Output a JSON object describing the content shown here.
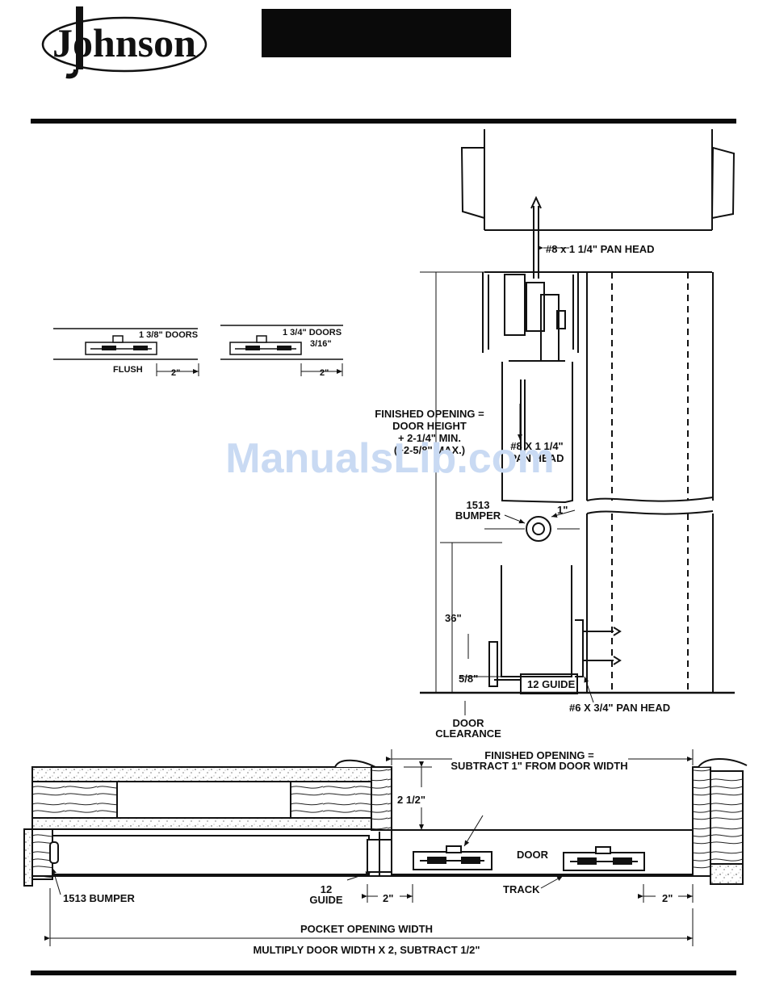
{
  "brand": {
    "logo_text": "Johnson"
  },
  "watermark": "ManualsLib.com",
  "side_view": {
    "screw_top": "#8 x 1 1/4\" PAN HEAD",
    "finished_opening": [
      "FINISHED OPENING =",
      "DOOR HEIGHT",
      "+ 2-1/4\" MIN.",
      "(+2-5/8\" MAX.)"
    ],
    "screw_mid": [
      "#8 X 1 1/4\"",
      "PAN HEAD"
    ],
    "bumper": [
      "1513",
      "BUMPER"
    ],
    "bumper_offset": "1\"",
    "height_36": "36\"",
    "clearance_58": "5/8\"",
    "guide": "12 GUIDE",
    "screw_bottom": "#6 X 3/4\" PAN HEAD",
    "door_clearance": [
      "DOOR",
      "CLEARANCE"
    ]
  },
  "details": {
    "d1_label": "1 3/8\" DOORS",
    "d1_flush": "FLUSH",
    "d1_dim": "2\"",
    "d2_label": "1 3/4\" DOORS",
    "d2_dim_a": "3/16\"",
    "d2_dim_b": "2\""
  },
  "plan_view": {
    "finished_opening": [
      "FINISHED OPENING =",
      "SUBTRACT 1\" FROM DOOR WIDTH"
    ],
    "depth": "2 1/2\"",
    "door": "DOOR",
    "bumper": "1513 BUMPER",
    "guide": [
      "12",
      "GUIDE"
    ],
    "dim_left": "2\"",
    "track": "TRACK",
    "dim_right": "2\"",
    "pocket_width": "POCKET OPENING WIDTH",
    "formula": "MULTIPLY DOOR WIDTH X 2, SUBTRACT 1/2\""
  }
}
